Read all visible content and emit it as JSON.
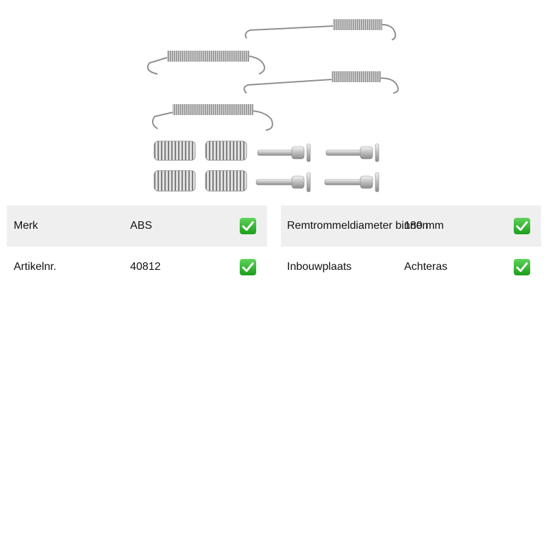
{
  "product": {
    "image_icon": "brake-spring-kit-image"
  },
  "specs_left": [
    {
      "label": "Merk",
      "value": "ABS",
      "icon": "check-icon"
    },
    {
      "label": "Artikelnr.",
      "value": "40812",
      "icon": "check-icon"
    }
  ],
  "specs_right": [
    {
      "label": "Remtrommeldiameter binnen",
      "value": "180 mm",
      "icon": "check-icon"
    },
    {
      "label": "Inbouwplaats",
      "value": "Achteras",
      "icon": "check-icon"
    }
  ],
  "colors": {
    "row_shade": "#efefef",
    "check_green": "#2bb32b",
    "metal": "#9a9a9a"
  }
}
